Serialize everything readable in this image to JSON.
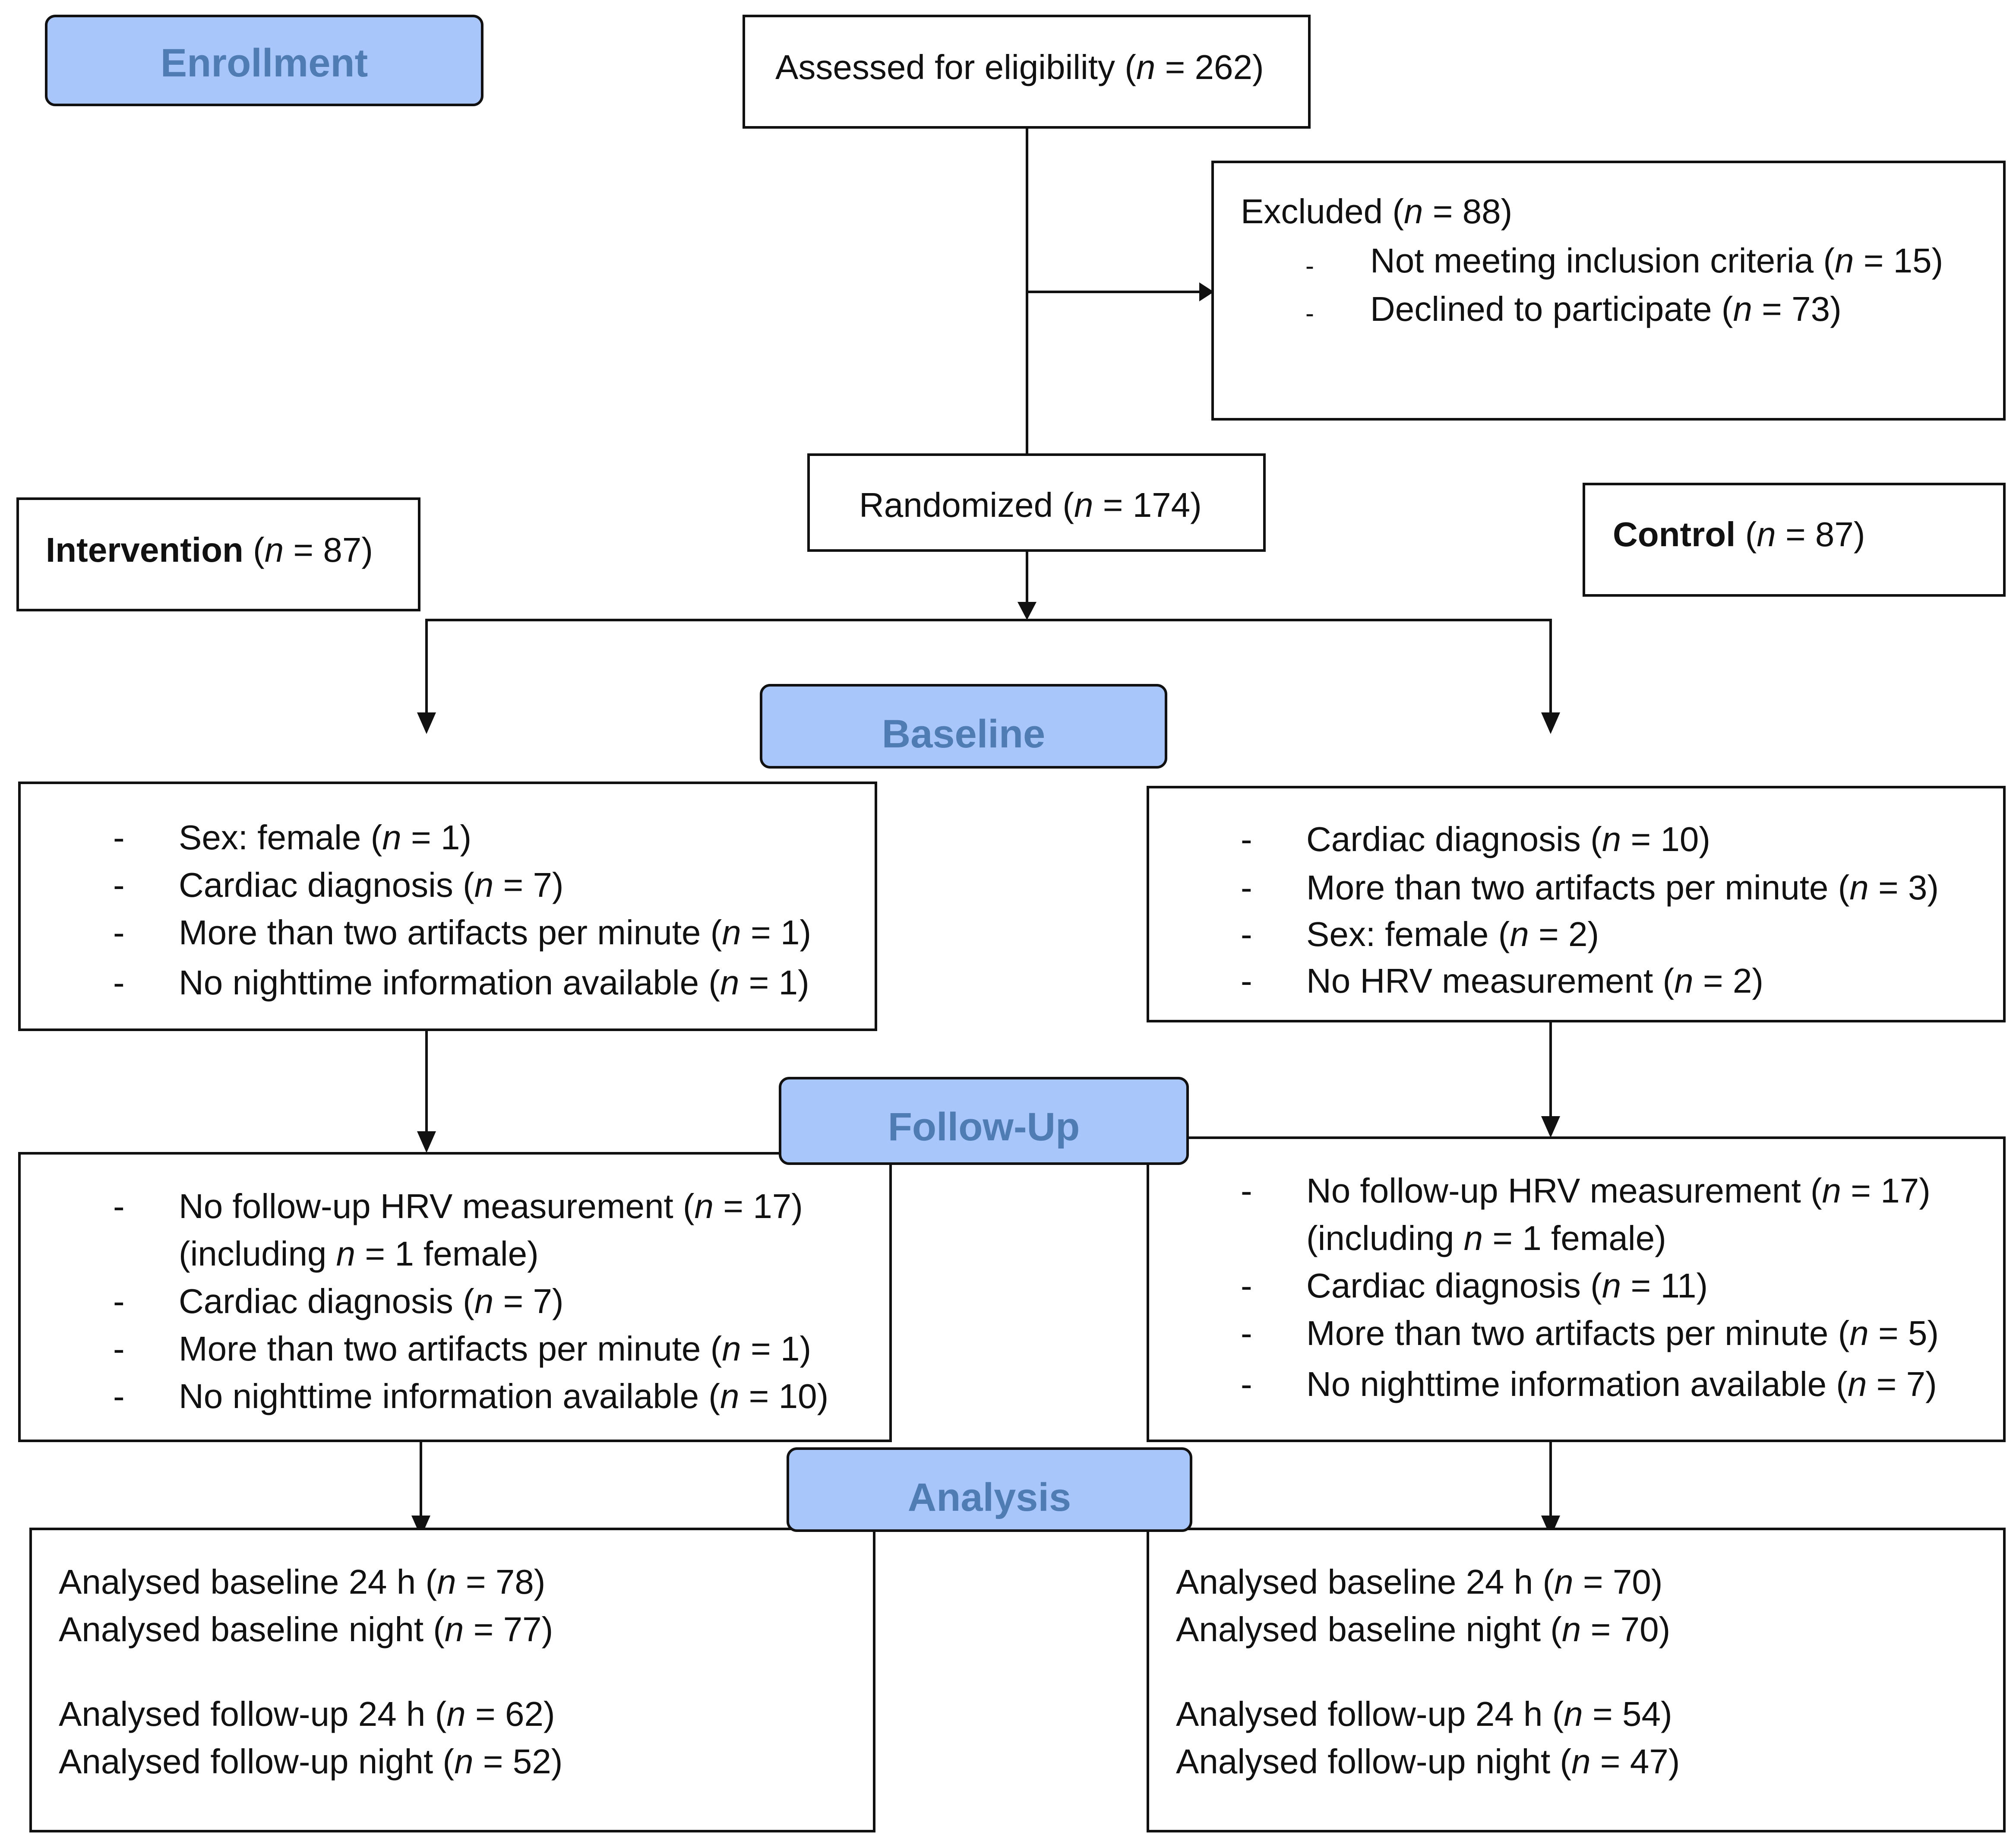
{
  "colors": {
    "stage_fill": "#a9c6fb",
    "stage_text": "#4f7cb3",
    "line": "#111111"
  },
  "stages": {
    "enrollment": "Enrollment",
    "baseline": "Baseline",
    "follow_up": "Follow-Up",
    "analysis": "Analysis"
  },
  "assessed": {
    "label": "Assessed for eligibility (",
    "n_var": "n",
    "n_rest": " = 262)"
  },
  "excluded": {
    "label": "Excluded (",
    "n_var": "n",
    "n_rest": " = 88)",
    "items": [
      {
        "label": "Not meeting inclusion criteria (",
        "n_var": "n",
        "n_rest": " = 15)"
      },
      {
        "label": "Declined to participate (",
        "n_var": "n",
        "n_rest": " = 73)"
      }
    ]
  },
  "randomized": {
    "label": "Randomized (",
    "n_var": "n",
    "n_rest": " = 174)"
  },
  "intervention": {
    "label": "Intervention",
    "open": " (",
    "n_var": "n",
    "n_rest": " = 87)"
  },
  "control": {
    "label": "Control",
    "open": " (",
    "n_var": "n",
    "n_rest": " = 87)"
  },
  "baseline_intervention": [
    {
      "label": "Sex: female (",
      "n_var": "n",
      "n_rest": " = 1)"
    },
    {
      "label": "Cardiac diagnosis (",
      "n_var": "n",
      "n_rest": " = 7)"
    },
    {
      "label": "More than two artifacts per minute (",
      "n_var": "n",
      "n_rest": " = 1)"
    },
    {
      "label": "No nighttime information available (",
      "n_var": "n",
      "n_rest": " = 1)"
    }
  ],
  "baseline_control": [
    {
      "label": "Cardiac diagnosis (",
      "n_var": "n",
      "n_rest": " = 10)"
    },
    {
      "label": "More than two artifacts per minute (",
      "n_var": "n",
      "n_rest": " = 3)"
    },
    {
      "label": "Sex: female (",
      "n_var": "n",
      "n_rest": " = 2)"
    },
    {
      "label": "No HRV measurement (",
      "n_var": "n",
      "n_rest": " = 2)"
    }
  ],
  "followup_intervention": [
    {
      "label": "No follow-up HRV measurement (",
      "n_var": "n",
      "n_rest": " = 17)",
      "sub_label": "(including ",
      "sub_n_var": "n",
      "sub_rest": " = 1 female)"
    },
    {
      "label": "Cardiac diagnosis (",
      "n_var": "n",
      "n_rest": " = 7)"
    },
    {
      "label": "More than two artifacts per minute (",
      "n_var": "n",
      "n_rest": " = 1)"
    },
    {
      "label": "No nighttime information available (",
      "n_var": "n",
      "n_rest": " = 10)"
    }
  ],
  "followup_control": [
    {
      "label": "No follow-up HRV measurement (",
      "n_var": "n",
      "n_rest": " = 17)",
      "sub_label": "(including ",
      "sub_n_var": "n",
      "sub_rest": " = 1 female)"
    },
    {
      "label": "Cardiac diagnosis (",
      "n_var": "n",
      "n_rest": " = 11)"
    },
    {
      "label": "More than two artifacts per minute (",
      "n_var": "n",
      "n_rest": " = 5)"
    },
    {
      "label": "No nighttime information available (",
      "n_var": "n",
      "n_rest": " = 7)"
    }
  ],
  "analysis_intervention": [
    {
      "label": "Analysed baseline 24 h (",
      "n_var": "n",
      "n_rest": " = 78)"
    },
    {
      "label": "Analysed baseline night (",
      "n_var": "n",
      "n_rest": " = 77)"
    },
    {
      "label": "Analysed follow-up 24 h (",
      "n_var": "n",
      "n_rest": " = 62)"
    },
    {
      "label": "Analysed follow-up night (",
      "n_var": "n",
      "n_rest": " = 52)"
    }
  ],
  "analysis_control": [
    {
      "label": "Analysed baseline 24 h (",
      "n_var": "n",
      "n_rest": " = 70)"
    },
    {
      "label": "Analysed baseline night (",
      "n_var": "n",
      "n_rest": " = 70)"
    },
    {
      "label": "Analysed follow-up 24 h (",
      "n_var": "n",
      "n_rest": " = 54)"
    },
    {
      "label": "Analysed follow-up night (",
      "n_var": "n",
      "n_rest": " = 47)"
    }
  ],
  "bullet": "-"
}
